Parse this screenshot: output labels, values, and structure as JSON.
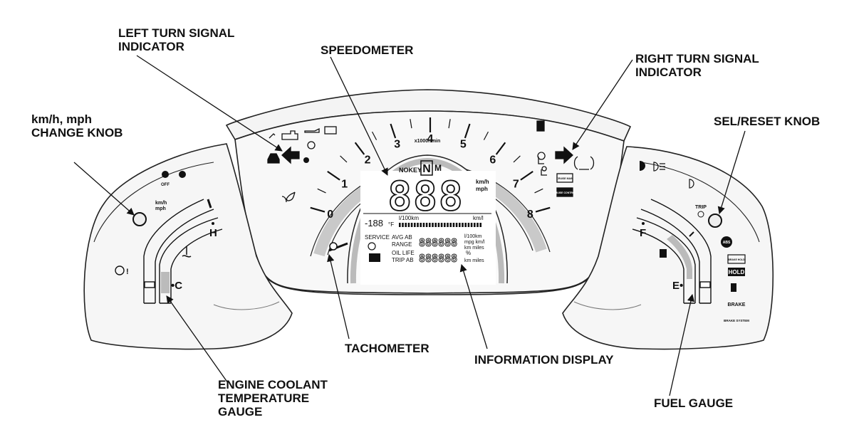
{
  "callouts": {
    "left_turn": [
      "LEFT TURN SIGNAL",
      "INDICATOR"
    ],
    "speedometer": [
      "SPEEDOMETER"
    ],
    "right_turn": [
      "RIGHT TURN SIGNAL",
      "INDICATOR"
    ],
    "kmh_knob": [
      "km/h, mph",
      "CHANGE KNOB"
    ],
    "sel_reset": [
      "SEL/RESET KNOB"
    ],
    "tachometer": [
      "TACHOMETER"
    ],
    "info_display": [
      "INFORMATION DISPLAY"
    ],
    "coolant": [
      "ENGINE COOLANT",
      "TEMPERATURE",
      "GAUGE"
    ],
    "fuel": [
      "FUEL GAUGE"
    ]
  },
  "tach": {
    "numbers": [
      "0",
      "1",
      "2",
      "3",
      "4",
      "5",
      "6",
      "7",
      "8"
    ],
    "unit": "x1000r/min"
  },
  "display": {
    "nokey": "NOKEY",
    "gear": "N",
    "mode": "M",
    "speed_digits": "888",
    "speed_unit_top": "km/h",
    "speed_unit_bottom": "mph",
    "temp_value": "-188",
    "temp_unit": "°F",
    "econ_label": "l/100km",
    "econ_unit": "km/l",
    "service": "SERVICE",
    "avg_ab": "AVG AB",
    "range": "RANGE",
    "segment_digits": "888888",
    "unit_l100km": "l/100km",
    "unit_mpg": "mpg km/l",
    "unit_km_miles": "km miles",
    "oil_life": "OIL LIFE",
    "trip_ab": "TRIP AB",
    "percent": "%",
    "unit_km_miles_2": "km miles"
  },
  "left_pod": {
    "kmh": "km/h",
    "mph": "mph",
    "h": "H",
    "c": "•C",
    "vsa_off": "OFF"
  },
  "right_pod": {
    "trip": "TRIP",
    "f": "F",
    "e": "E•",
    "brake": "BRAKE",
    "brake_system": "BRAKE SYSTEM",
    "hold": "HOLD",
    "brake_hold": "BRAKE HOLD",
    "abs": "ABS"
  },
  "center_right": {
    "cruise_main": "CRUISE MAIN",
    "cruise_control": "CRUISE CONTROL"
  }
}
